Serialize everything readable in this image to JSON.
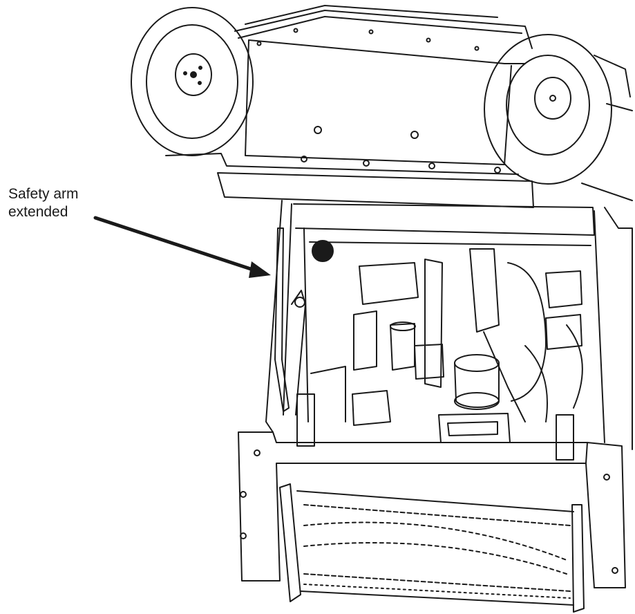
{
  "callout": {
    "line1": "Safety arm",
    "line2": "extended"
  },
  "illustration": {
    "subject": "machine-front-open-with-safety-arm",
    "line_color": "#1a1a1a",
    "background_color": "#ffffff"
  }
}
